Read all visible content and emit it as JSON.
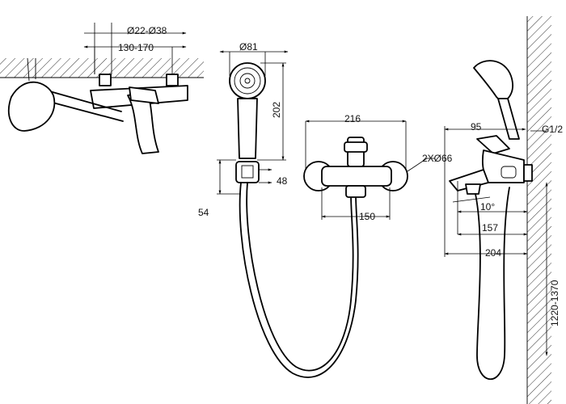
{
  "dimensions": {
    "top_view": {
      "pipe_diameter": "Ø22-Ø38",
      "center_distance": "130-170"
    },
    "hand_shower": {
      "head_diameter": "Ø81",
      "length": "202",
      "holder_height": "48",
      "holder_depth": "54"
    },
    "front_view": {
      "overall_width": "216",
      "handle_diameter": "2XØ66",
      "center_distance": "150"
    },
    "side_view": {
      "lever_length": "95",
      "thread": "G1/2",
      "spout_angle": "10°",
      "spout_projection": "157",
      "overall_depth": "204",
      "mounting_height": "1220-1370"
    }
  }
}
